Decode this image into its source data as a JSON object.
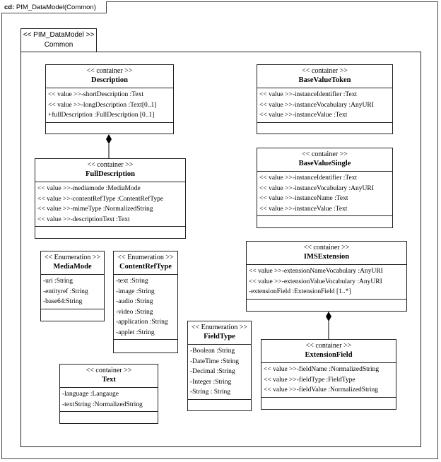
{
  "frame": {
    "prefix": "cd:",
    "title": "PIM_DataModel(Common)"
  },
  "package": {
    "stereotype": "<< PIM_DataModel >>",
    "name": "Common"
  },
  "classes": {
    "description": {
      "stereotype": "<< container >>",
      "name": "Description",
      "attributes": [
        "<< value >>-shortDescription :Text",
        "<< value >>-longDescription :Text[0..1]",
        "+fullDescription :FullDescription [0..1]"
      ]
    },
    "full_description": {
      "stereotype": "<< container >>",
      "name": "FullDescription",
      "attributes": [
        "<< value >>-mediamode :MediaMode",
        "<< value >>-contentRefType :ContentRefType",
        "<< value >>-mimeType :NormalizedString",
        "<< value >>-descriptionText :Text"
      ]
    },
    "media_mode": {
      "stereotype": "<< Enumeration >>",
      "name": "MediaMode",
      "attributes": [
        "-uri :String",
        "-entityref :String",
        "-base64:String"
      ]
    },
    "content_ref_type": {
      "stereotype": "<< Enumeration >>",
      "name": "ContentRefType",
      "attributes": [
        "-text :String",
        "-image :String",
        "-audio :String",
        "-video :String",
        "-application :String",
        "-applet :String"
      ]
    },
    "text": {
      "stereotype": "<< container >>",
      "name": "Text",
      "attributes": [
        "-language :Langauge",
        "-textString :NormalizedString"
      ]
    },
    "field_type": {
      "stereotype": "<< Enumeration >>",
      "name": "FieldType",
      "attributes": [
        "-Boolean :String",
        "-DateTime :String",
        "-Decimal :String",
        "-Integer :String",
        "-String : String"
      ]
    },
    "base_value_token": {
      "stereotype": "<< container >>",
      "name": "BaseValueToken",
      "attributes": [
        "<< value >>-instanceIdentifier :Text",
        "<< value >>-instanceVocabulary :AnyURI",
        "<< value >>-instanceValue :Text"
      ]
    },
    "base_value_single": {
      "stereotype": "<< container >>",
      "name": "BaseValueSingle",
      "attributes": [
        "<< value >>-instanceIdentifier :Text",
        "<< value >>-instanceVocabulary :AnyURI",
        "<< value >>-instanceName :Text",
        "<< value >>-instanceValue :Text"
      ]
    },
    "ims_extension": {
      "stereotype": "<< container >>",
      "name": "IMSExtension",
      "attributes": [
        "<< value >>-extensionNameVocabulary :AnyURI",
        "<< value >>-extensionValueVocabulary :AnyURI",
        "-extensionField :ExtensionField [1..*]"
      ]
    },
    "extension_field": {
      "stereotype": "<< container >>",
      "name": "ExtensionField",
      "attributes": [
        "<< value >>-fieldName :NormalizedString",
        "<< value >>-fieldType :FieldType",
        "<< value >>-fieldValue :NormalizedString"
      ]
    }
  }
}
